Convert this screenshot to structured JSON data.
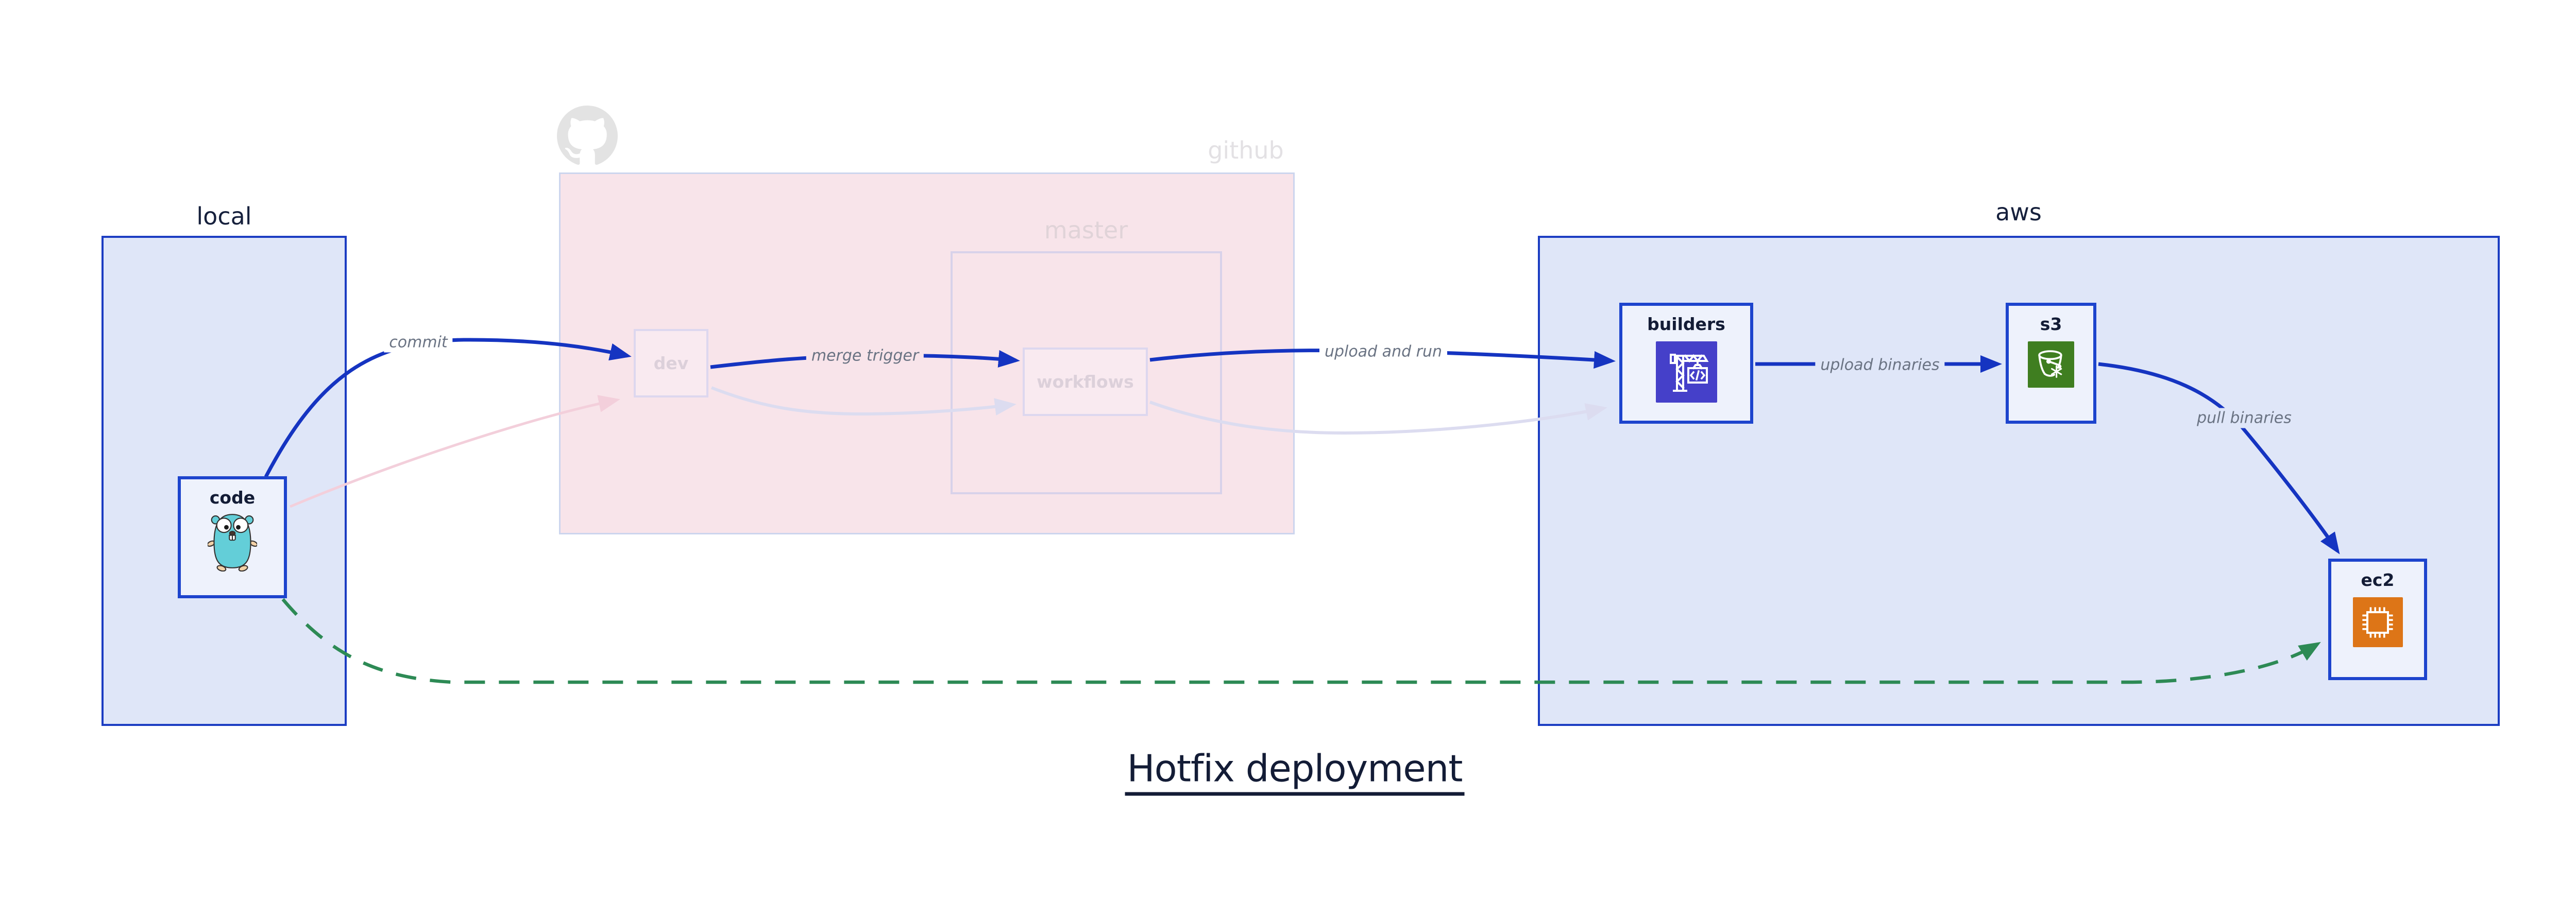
{
  "title": "Hotfix deployment",
  "groups": {
    "local": {
      "label": "local"
    },
    "github": {
      "label": "github"
    },
    "master": {
      "label": "master"
    },
    "aws": {
      "label": "aws"
    }
  },
  "nodes": {
    "code": {
      "label": "code",
      "icon": "gopher-icon"
    },
    "dev": {
      "label": "dev"
    },
    "workflows": {
      "label": "workflows"
    },
    "builders": {
      "label": "builders",
      "icon": "codebuild-crane-icon"
    },
    "s3": {
      "label": "s3",
      "icon": "s3-glacier-bucket-icon"
    },
    "ec2": {
      "label": "ec2",
      "icon": "ec2-chip-icon"
    }
  },
  "edges": [
    {
      "from": "code",
      "to": "dev",
      "label": "commit",
      "style": "solid-blue"
    },
    {
      "from": "dev",
      "to": "workflows",
      "label": "merge trigger",
      "style": "solid-blue"
    },
    {
      "from": "workflows",
      "to": "builders",
      "label": "upload and run",
      "style": "solid-blue"
    },
    {
      "from": "builders",
      "to": "s3",
      "label": "upload binaries",
      "style": "solid-blue"
    },
    {
      "from": "s3",
      "to": "ec2",
      "label": "pull binaries",
      "style": "solid-blue"
    },
    {
      "from": "code",
      "to": "ec2",
      "label": "",
      "style": "dashed-green"
    },
    {
      "from": "code",
      "to": "dev",
      "label": "",
      "style": "faded-pink"
    },
    {
      "from": "dev",
      "to": "workflows",
      "label": "",
      "style": "faded-lavender"
    },
    {
      "from": "workflows",
      "to": "builders",
      "label": "",
      "style": "faded-lavender"
    }
  ],
  "colors": {
    "edge_blue": "#1534c1",
    "edge_green": "#2d8a55",
    "edge_faded_pink": "#f3cfdb",
    "edge_faded_lavender": "#dcdcf0",
    "group_blue_fill": "#dfe6f8",
    "group_blue_border": "#1c3dc2",
    "github_fill": "#f8e4ea",
    "node_fill": "#eef2fc",
    "node_border": "#1d44cd",
    "builders_icon_bg": "#4540c9",
    "s3_icon_bg": "#3f7e20",
    "ec2_icon_bg": "#dd7517",
    "gopher_teal": "#63ced8",
    "github_logo_gray": "#e3e3e3"
  }
}
